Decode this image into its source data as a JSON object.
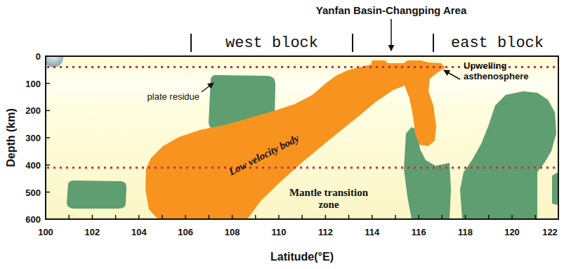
{
  "diagram": {
    "labels": [
      "Yanfan Basin-Changping Area",
      "west block",
      "east block",
      "Upwelling asthenosphere",
      "plate residue",
      "Low velocity body",
      "Mantle transition zone",
      "Depth (km)",
      "0",
      "100",
      "200",
      "300",
      "400",
      "500",
      "600",
      "100",
      "102",
      "104",
      "106",
      "108",
      "110",
      "112",
      "114",
      "116",
      "118",
      "120",
      "122",
      "Latitude(°E)"
    ]
  }
}
